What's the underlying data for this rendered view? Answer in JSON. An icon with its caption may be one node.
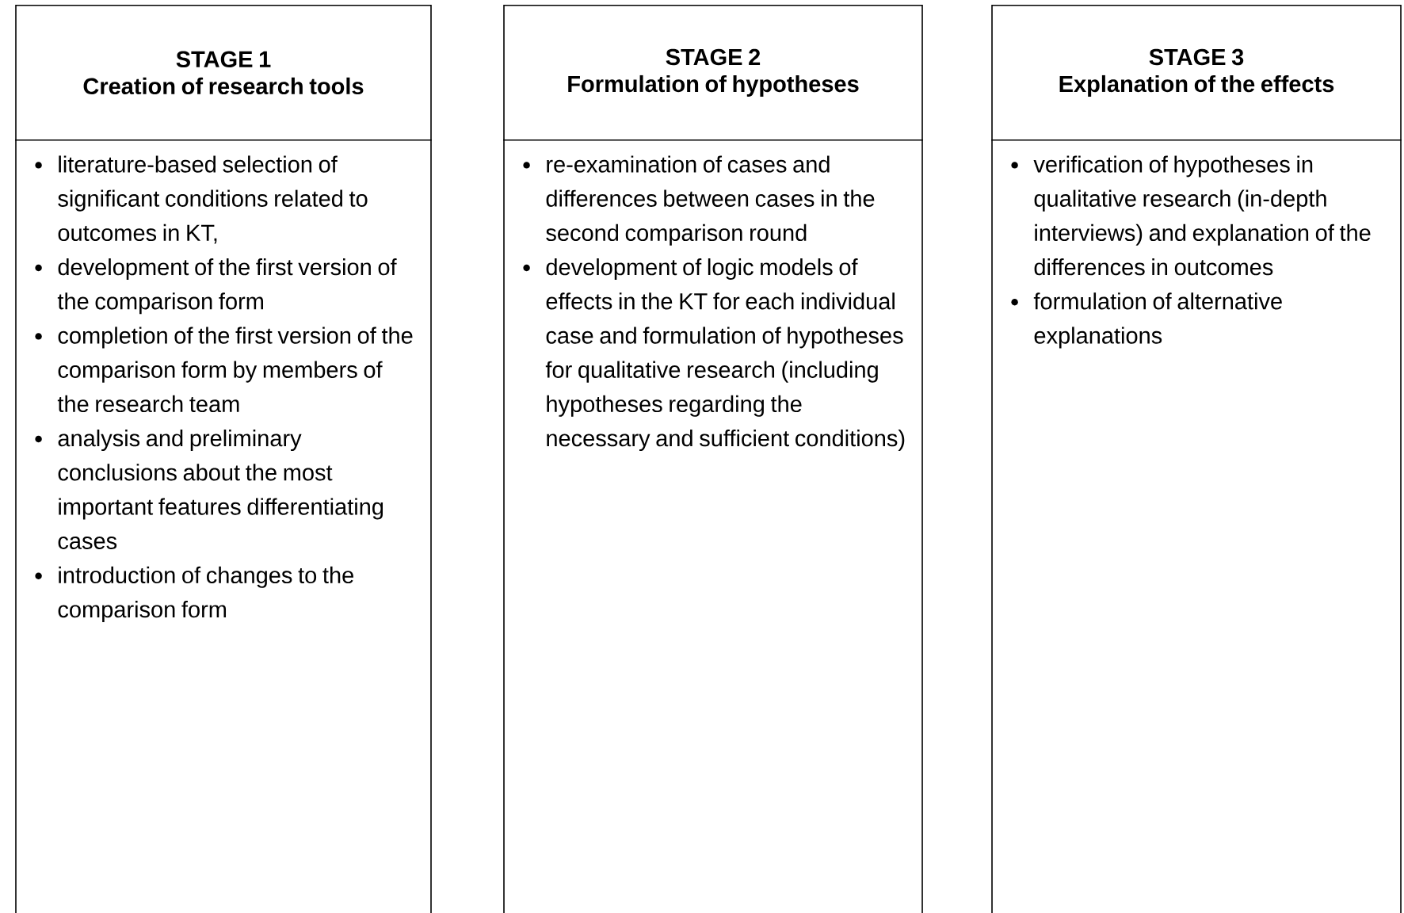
{
  "diagram": {
    "nodes": [
      {
        "text": [
          "STAGE 1",
          "Creation of research tools"
        ]
      },
      {
        "text": [
          "literature-based selection of significant conditions related to outcomes in KT,",
          "development of the first version of the comparison form",
          "completion of the first version of the comparison form by members of the research team",
          "analysis and preliminary conclusions about the most important features differentiating cases",
          "introduction of changes to the comparison form"
        ]
      },
      {
        "text": [
          "STAGE 2",
          "Formulation of hypotheses"
        ]
      },
      {
        "text": [
          "re-examination of cases and differences between cases in the second comparison round",
          "development of logic models of effects in the KT for each individual case and formulation of hypotheses for qualitative research (including hypotheses regarding the necessary and sufficient conditions)"
        ]
      },
      {
        "text": [
          "STAGE 3",
          "Explanation of the effects"
        ]
      },
      {
        "text": [
          "verification of hypotheses in qualitative research (in-depth interviews) and explanation of the differences in outcomes",
          "formulation of alternative explanations"
        ]
      }
    ]
  }
}
